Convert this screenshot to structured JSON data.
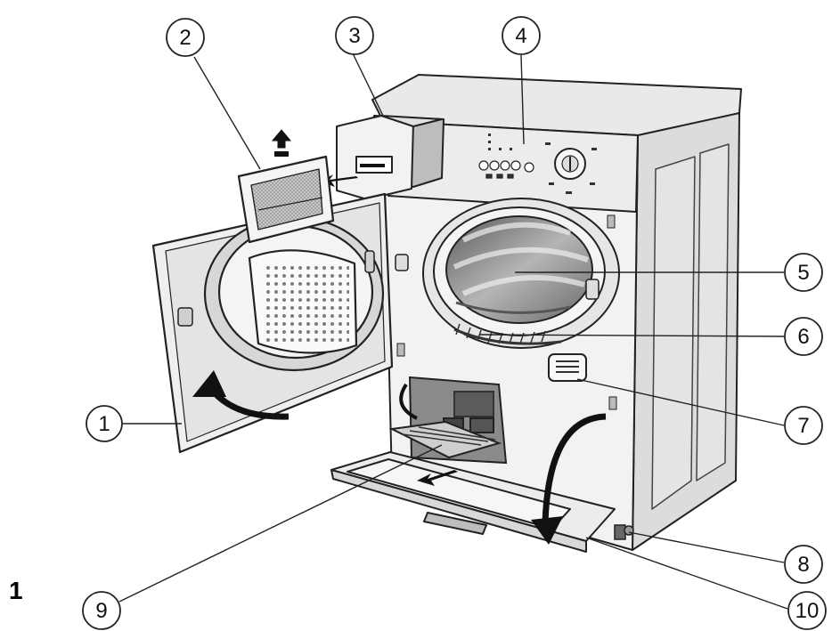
{
  "figure": {
    "label": "1"
  },
  "callouts": [
    {
      "id": 1,
      "text": "1"
    },
    {
      "id": 2,
      "text": "2"
    },
    {
      "id": 3,
      "text": "3"
    },
    {
      "id": 4,
      "text": "4"
    },
    {
      "id": 5,
      "text": "5"
    },
    {
      "id": 6,
      "text": "6"
    },
    {
      "id": 7,
      "text": "7"
    },
    {
      "id": 8,
      "text": "8"
    },
    {
      "id": 9,
      "text": "9"
    },
    {
      "id": 10,
      "text": "10"
    }
  ],
  "colors": {
    "line": "#222222",
    "body": "#f1f1f1",
    "shade": "#d6d6d6",
    "dark": "#9a9a9a"
  }
}
